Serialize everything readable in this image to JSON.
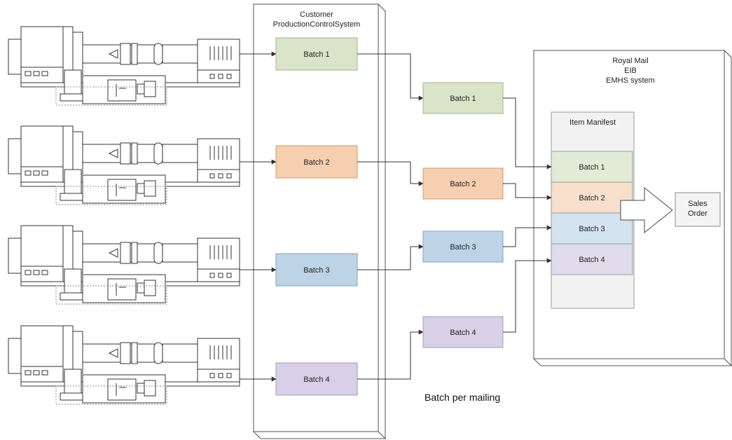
{
  "customer_system": {
    "title_line1": "Customer",
    "title_line2": "ProductionControlSystem"
  },
  "royal_mail": {
    "line1": "Royal Mail",
    "line2": "EIB",
    "line3": "EMHS system"
  },
  "manifest": {
    "title": "Item Manifest"
  },
  "sales_order": {
    "line1": "Sales",
    "line2": "Order"
  },
  "caption": "Batch per mailing",
  "batches": [
    {
      "label": "Batch 1",
      "fill": "#d9e4c8",
      "stroke": "#a3b58a"
    },
    {
      "label": "Batch 2",
      "fill": "#f6cfb0",
      "stroke": "#d69a6c"
    },
    {
      "label": "Batch 3",
      "fill": "#bdd3e6",
      "stroke": "#7fa3c4"
    },
    {
      "label": "Batch 4",
      "fill": "#d7d0e6",
      "stroke": "#a69ac2"
    }
  ],
  "manifest_rows": [
    {
      "label": "Batch 1",
      "fill": "#e3ebd6"
    },
    {
      "label": "Batch 2",
      "fill": "#f8dfcc"
    },
    {
      "label": "Batch 3",
      "fill": "#d4e3f0"
    },
    {
      "label": "Batch 4",
      "fill": "#e0dbeb"
    }
  ],
  "colors": {
    "line": "#333333",
    "panel_fill": "#ffffff",
    "panel_edge": "#555555",
    "manifest_fill": "#f2f2f2"
  }
}
